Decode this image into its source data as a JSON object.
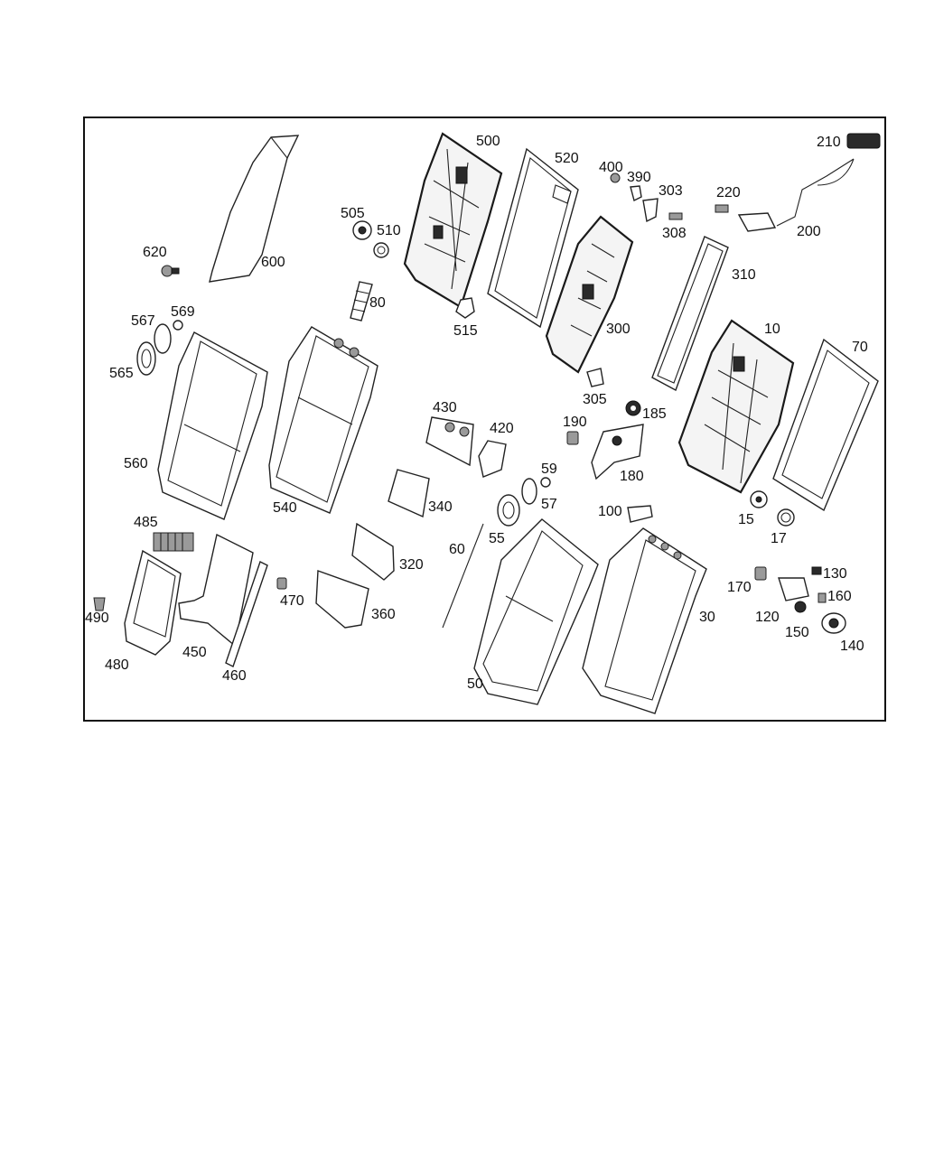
{
  "diagram": {
    "labels": [
      "600",
      "620",
      "500",
      "505",
      "510",
      "80",
      "515",
      "520",
      "400",
      "390",
      "303",
      "308",
      "300",
      "305",
      "220",
      "210",
      "200",
      "310",
      "10",
      "70",
      "567",
      "569",
      "565",
      "560",
      "540",
      "430",
      "420",
      "340",
      "190",
      "185",
      "180",
      "59",
      "57",
      "55",
      "100",
      "15",
      "17",
      "485",
      "490",
      "480",
      "450",
      "460",
      "470",
      "320",
      "360",
      "60",
      "50",
      "30",
      "170",
      "130",
      "120",
      "160",
      "150",
      "140"
    ]
  },
  "colors": {
    "line": "#222222",
    "frame": "#111111",
    "background": "#ffffff"
  }
}
